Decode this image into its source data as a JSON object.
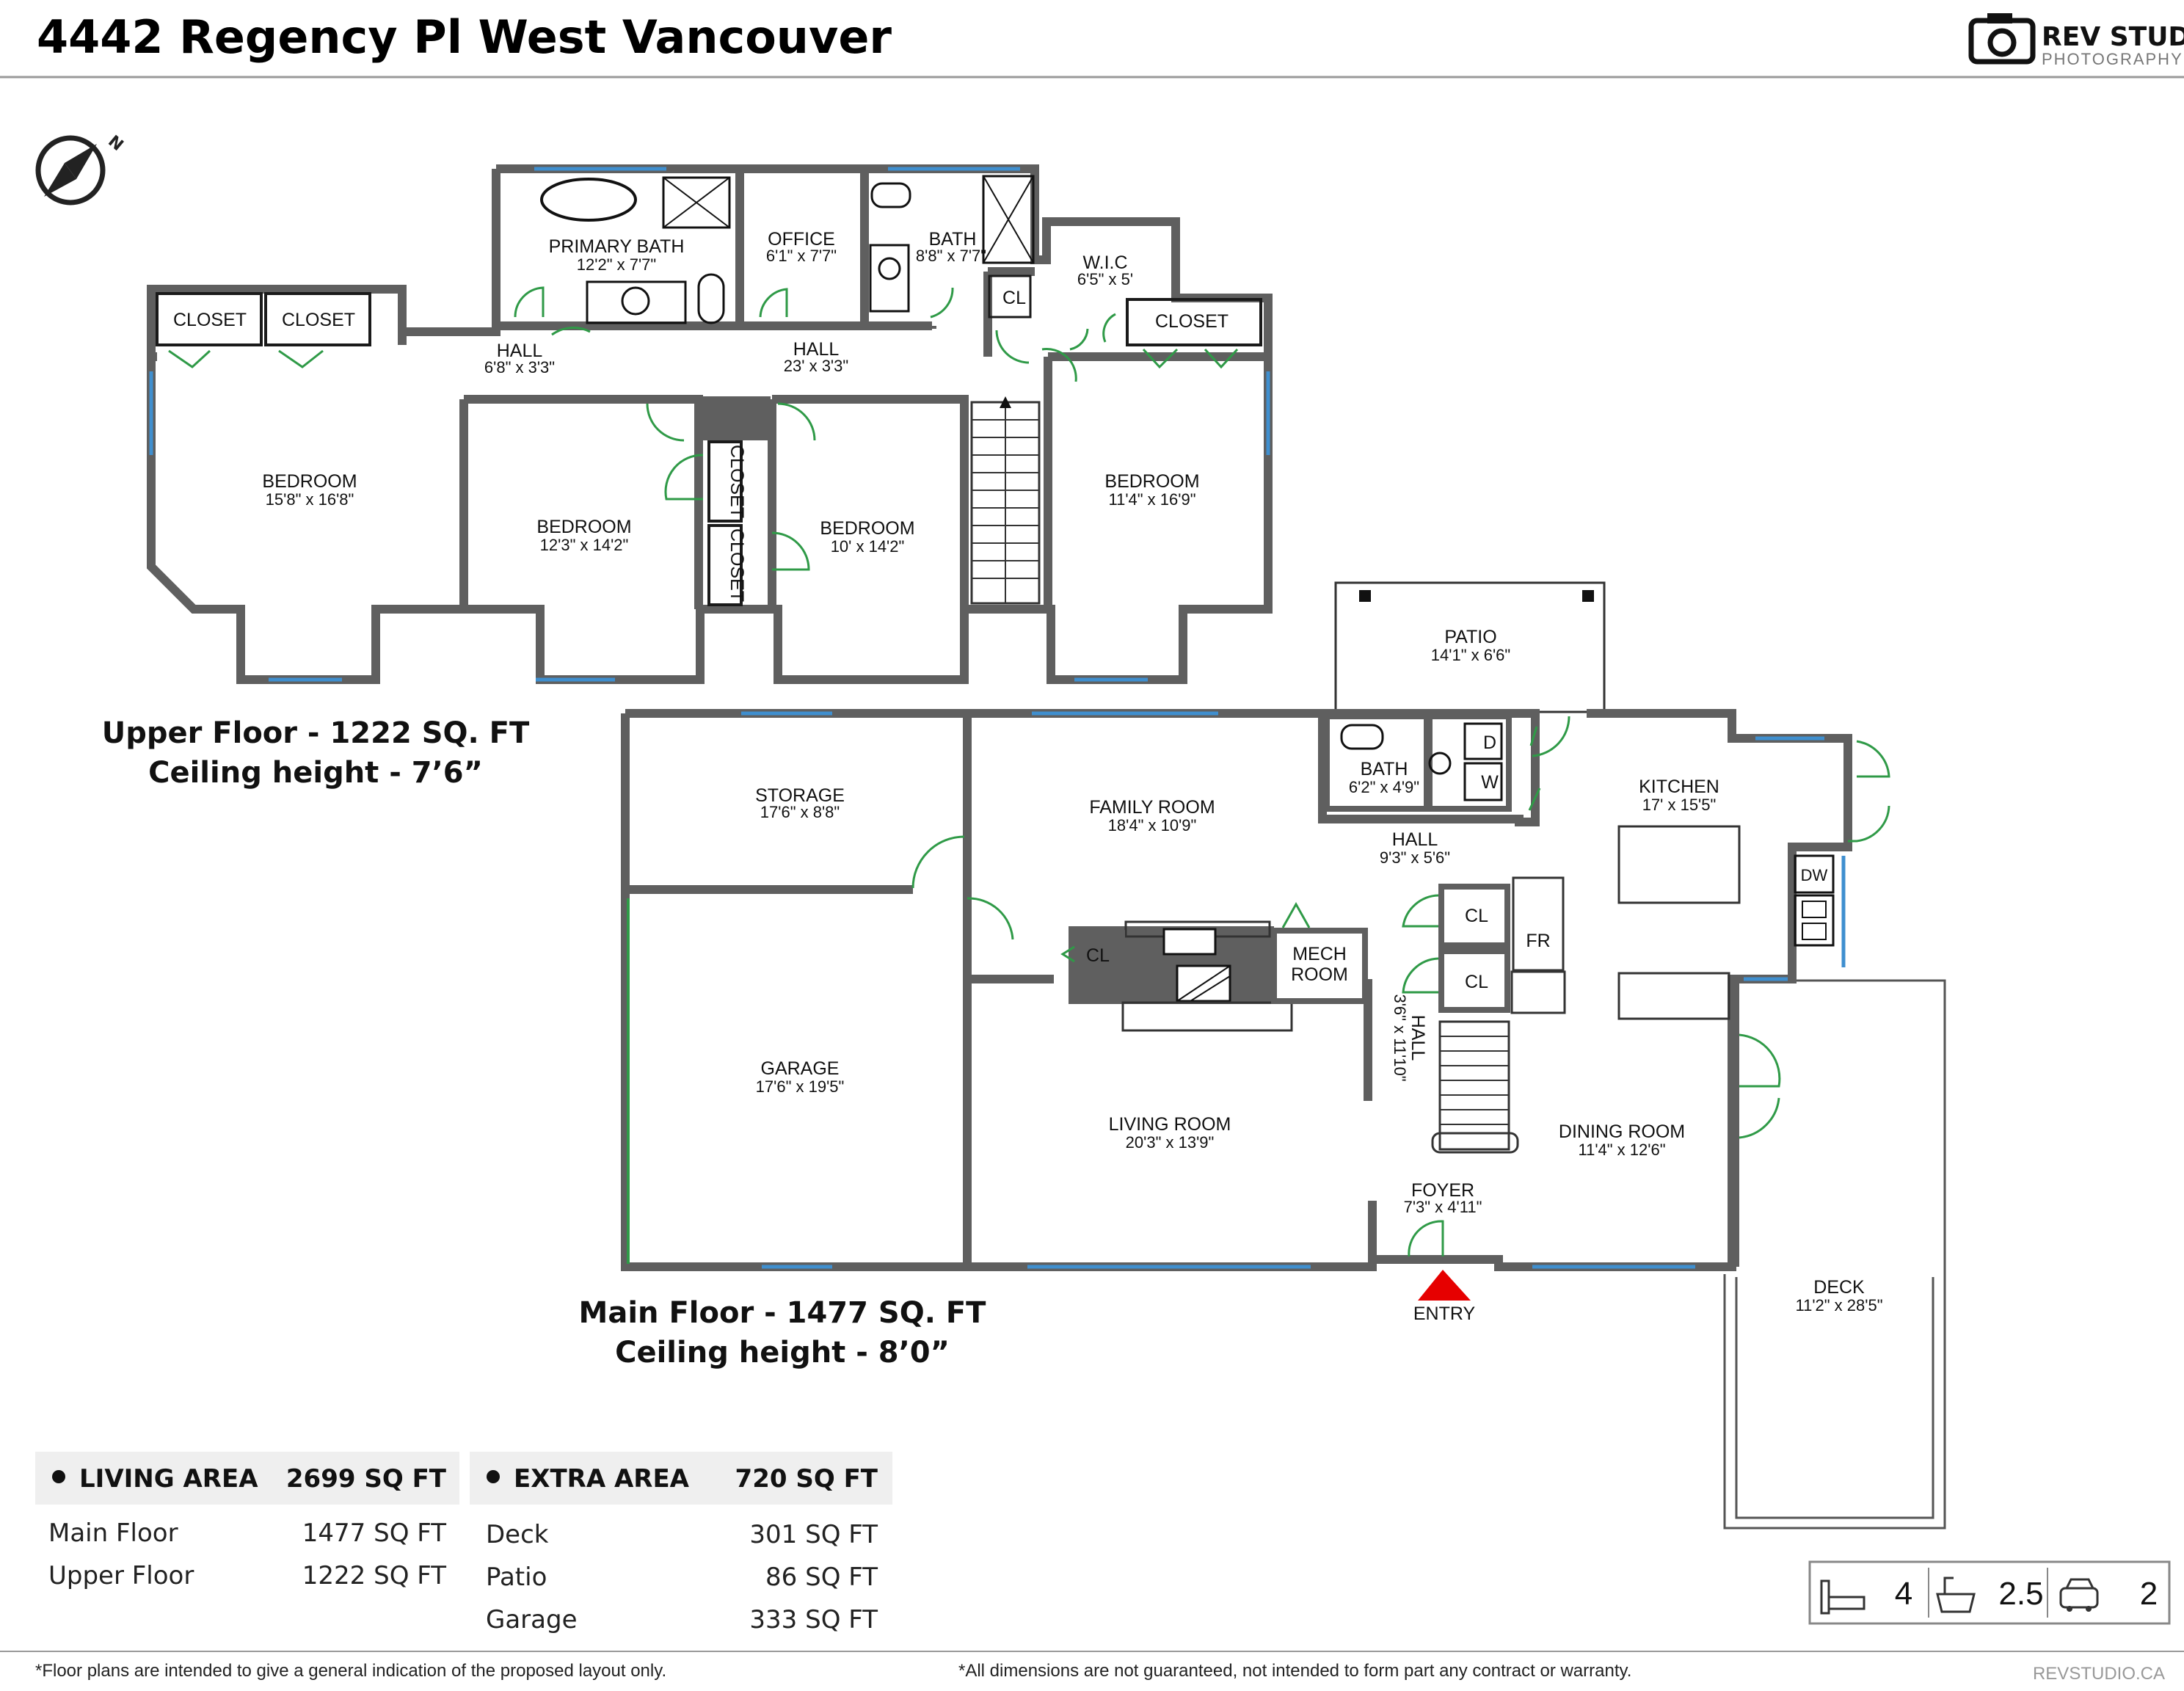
{
  "header": {
    "title": "4442 Regency Pl West Vancouver",
    "logo_line1": "REV STUDIO",
    "logo_line2": "PHOTOGRAPHY"
  },
  "compass": {
    "north_label": "N"
  },
  "upper_floor": {
    "label": "Upper Floor - 1222 SQ. FT",
    "ceiling": "Ceiling height - 7’6”",
    "rooms": [
      {
        "name": "PRIMARY BATH",
        "dim": "12'2\" x 7'7\""
      },
      {
        "name": "OFFICE",
        "dim": "6'1\" x 7'7\""
      },
      {
        "name": "BATH",
        "dim": "8'8\" x 7'7\""
      },
      {
        "name": "W.I.C",
        "dim": "6'5\" x 5'"
      },
      {
        "name": "CL",
        "dim": ""
      },
      {
        "name": "CLOSET",
        "dim": ""
      },
      {
        "name": "CLOSET",
        "dim": ""
      },
      {
        "name": "CLOSET",
        "dim": ""
      },
      {
        "name": "HALL",
        "dim": "6'8\" x 3'3\""
      },
      {
        "name": "HALL",
        "dim": "23' x 3'3\""
      },
      {
        "name": "BEDROOM",
        "dim": "15'8\" x 16'8\""
      },
      {
        "name": "BEDROOM",
        "dim": "12'3\" x 14'2\""
      },
      {
        "name": "BEDROOM",
        "dim": "10' x 14'2\""
      },
      {
        "name": "BEDROOM",
        "dim": "11'4\" x 16'9\""
      },
      {
        "name": "CLOSET",
        "dim": ""
      },
      {
        "name": "CLOSET",
        "dim": ""
      }
    ]
  },
  "main_floor": {
    "label": "Main Floor - 1477 SQ. FT",
    "ceiling": "Ceiling height - 8’0”",
    "rooms": [
      {
        "name": "PATIO",
        "dim": "14'1\" x 6'6\""
      },
      {
        "name": "STORAGE",
        "dim": "17'6\" x 8'8\""
      },
      {
        "name": "FAMILY ROOM",
        "dim": "18'4\" x 10'9\""
      },
      {
        "name": "BATH",
        "dim": "6'2\" x 4'9\""
      },
      {
        "name": "KITCHEN",
        "dim": "17' x 15'5\""
      },
      {
        "name": "HALL",
        "dim": "9'3\" x 5'6\""
      },
      {
        "name": "GARAGE",
        "dim": "17'6\" x 19'5\""
      },
      {
        "name": "MECH",
        "dim": "ROOM"
      },
      {
        "name": "CL",
        "dim": ""
      },
      {
        "name": "CL",
        "dim": ""
      },
      {
        "name": "CL",
        "dim": ""
      },
      {
        "name": "FR",
        "dim": ""
      },
      {
        "name": "D",
        "dim": ""
      },
      {
        "name": "W",
        "dim": ""
      },
      {
        "name": "DW",
        "dim": ""
      },
      {
        "name": "HALL",
        "dim": "3'6\" x 11'10\""
      },
      {
        "name": "LIVING ROOM",
        "dim": "20'3\" x 13'9\""
      },
      {
        "name": "DINING ROOM",
        "dim": "11'4\" x 12'6\""
      },
      {
        "name": "FOYER",
        "dim": "7'3\" x 4'11\""
      },
      {
        "name": "DECK",
        "dim": "11'2\" x 28'5\""
      }
    ],
    "entry_label": "ENTRY"
  },
  "living_area": {
    "title": "LIVING AREA",
    "total": "2699 SQ FT",
    "rows": [
      {
        "label": "Main Floor",
        "value": "1477 SQ FT"
      },
      {
        "label": "Upper Floor",
        "value": "1222 SQ FT"
      }
    ]
  },
  "extra_area": {
    "title": "EXTRA AREA",
    "total": "720 SQ FT",
    "rows": [
      {
        "label": "Deck",
        "value": "301 SQ FT"
      },
      {
        "label": "Patio",
        "value": "86 SQ FT"
      },
      {
        "label": "Garage",
        "value": "333 SQ FT"
      }
    ]
  },
  "stats": {
    "beds": "4",
    "baths": "2.5",
    "garage": "2"
  },
  "footer": {
    "left": "*Floor plans are intended to give a general indication of the proposed layout only.",
    "right": "*All dimensions are not guaranteed, not intended to form part any contract or warranty.",
    "site": "REVSTUDIO.CA"
  },
  "colors": {
    "wall": "#5f5f5f",
    "window": "#3f8fcf",
    "door": "#2f9a47",
    "entry": "#e60000",
    "table_bg": "#efefef"
  }
}
